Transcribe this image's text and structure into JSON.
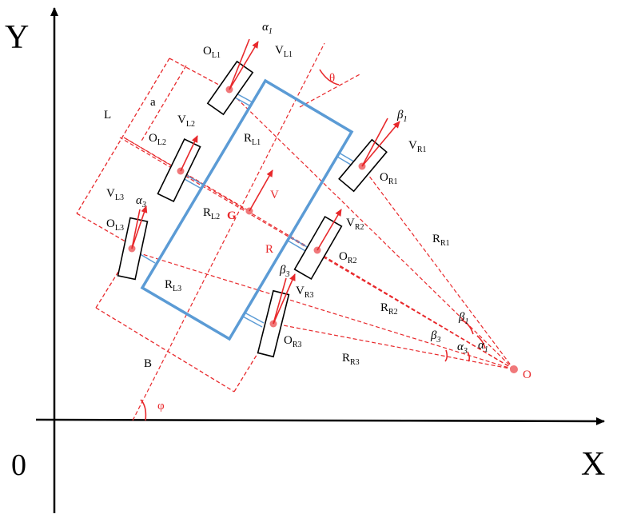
{
  "axes": {
    "x_label": "X",
    "y_label": "Y",
    "origin_label": "0"
  },
  "labels": {
    "G": "G",
    "V": "V",
    "R": "R",
    "O": "O",
    "theta": "θ",
    "phi": "φ",
    "L": "L",
    "a": "a",
    "B": "B"
  },
  "wheels": [
    {
      "center": "O",
      "center_sub": "L1",
      "velocity": "V",
      "velocity_sub": "L1",
      "angle": "α",
      "angle_sub": "1",
      "radius": "R",
      "radius_sub": "L1"
    },
    {
      "center": "O",
      "center_sub": "L2",
      "velocity": "V",
      "velocity_sub": "L2",
      "radius": "R",
      "radius_sub": "L2"
    },
    {
      "center": "O",
      "center_sub": "L3",
      "velocity": "V",
      "velocity_sub": "L3",
      "angle": "α",
      "angle_sub": "3",
      "radius": "R",
      "radius_sub": "L3"
    },
    {
      "center": "O",
      "center_sub": "R1",
      "velocity": "V",
      "velocity_sub": "R1",
      "angle": "β",
      "angle_sub": "1",
      "radius": "R",
      "radius_sub": "R1"
    },
    {
      "center": "O",
      "center_sub": "R2",
      "velocity": "V",
      "velocity_sub": "R2",
      "radius": "R",
      "radius_sub": "R2"
    },
    {
      "center": "O",
      "center_sub": "R3",
      "velocity": "V",
      "velocity_sub": "R3",
      "angle": "β",
      "angle_sub": "3",
      "radius": "R",
      "radius_sub": "R3"
    }
  ],
  "angles_at_O": [
    {
      "sym": "β",
      "sub": "1"
    },
    {
      "sym": "α",
      "sub": "1"
    },
    {
      "sym": "β",
      "sub": "3"
    },
    {
      "sym": "α",
      "sub": "3"
    }
  ]
}
